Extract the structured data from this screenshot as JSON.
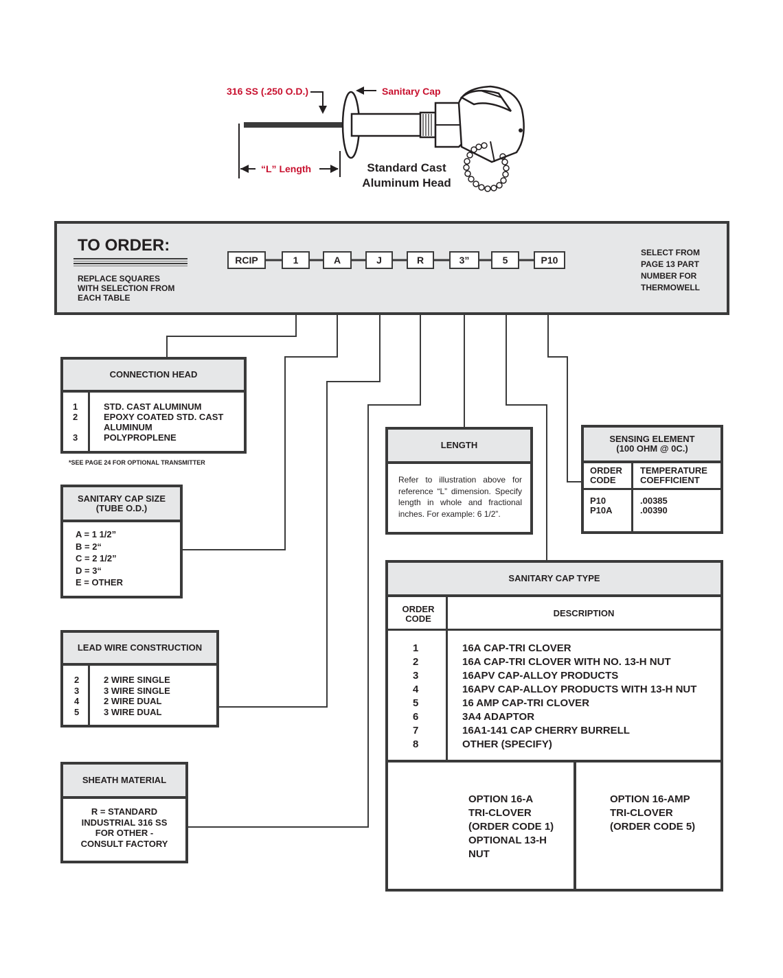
{
  "illustration": {
    "tube_label": "316 SS (.250 O.D.)",
    "cap_label": "Sanitary Cap",
    "length_label": "“L” Length",
    "head_label_1": "Standard Cast",
    "head_label_2": "Aluminum Head"
  },
  "order": {
    "title": "TO ORDER:",
    "instructions": [
      "REPLACE SQUARES",
      "WITH SELECTION FROM",
      "EACH TABLE"
    ],
    "codes": [
      "RCIP",
      "1",
      "A",
      "J",
      "R",
      "3”",
      "5",
      "P10"
    ],
    "select_note": [
      "SELECT FROM",
      "PAGE 13 PART",
      "NUMBER FOR",
      "THERMOWELL"
    ]
  },
  "connection_head": {
    "title": "CONNECTION HEAD",
    "rows": [
      {
        "code": "1",
        "text": "STD. CAST ALUMINUM"
      },
      {
        "code": "2",
        "text": "EPOXY COATED STD. CAST"
      },
      {
        "code": "",
        "text": "ALUMINUM"
      },
      {
        "code": "3",
        "text": "POLYPROPLENE"
      }
    ],
    "note": "*SEE PAGE 24 FOR OPTIONAL TRANSMITTER"
  },
  "cap_size": {
    "title_1": "SANITARY CAP SIZE",
    "title_2": "(TUBE O.D.)",
    "items": [
      "A = 1 1/2”",
      "B = 2“",
      "C = 2 1/2”",
      "D = 3“",
      "E = OTHER"
    ]
  },
  "lead_wire": {
    "title": "LEAD WIRE CONSTRUCTION",
    "rows": [
      {
        "code": "2",
        "text": "2 WIRE SINGLE"
      },
      {
        "code": "3",
        "text": "3 WIRE SINGLE"
      },
      {
        "code": "4",
        "text": "2 WIRE DUAL"
      },
      {
        "code": "5",
        "text": "3 WIRE DUAL"
      }
    ]
  },
  "sheath": {
    "title": "SHEATH MATERIAL",
    "lines": [
      "R = STANDARD",
      "INDUSTRIAL 316 SS",
      "FOR OTHER -",
      "CONSULT FACTORY"
    ]
  },
  "length": {
    "title": "LENGTH",
    "text": "Refer to illustration above for reference “L” dimension. Specify length in whole and fractional inches. For example: 6 1/2”."
  },
  "sensing": {
    "title_1": "SENSING ELEMENT",
    "title_2": "(100 OHM @ 0C.)",
    "col1_1": "ORDER",
    "col1_2": "CODE",
    "col2_1": "TEMPERATURE",
    "col2_2": "COEFFICIENT",
    "rows": [
      {
        "code": "P10",
        "value": ".00385"
      },
      {
        "code": "P10A",
        "value": ".00390"
      }
    ]
  },
  "cap_type": {
    "title": "SANITARY CAP TYPE",
    "col1_1": "ORDER",
    "col1_2": "CODE",
    "col2": "DESCRIPTION",
    "rows": [
      {
        "code": "1",
        "text": "16A CAP-TRI CLOVER"
      },
      {
        "code": "2",
        "text": "16A CAP-TRI CLOVER WITH NO. 13-H NUT"
      },
      {
        "code": "3",
        "text": "16APV CAP-ALLOY PRODUCTS"
      },
      {
        "code": "4",
        "text": "16APV CAP-ALLOY PRODUCTS WITH 13-H NUT"
      },
      {
        "code": "5",
        "text": "16 AMP CAP-TRI CLOVER"
      },
      {
        "code": "6",
        "text": "3A4 ADAPTOR"
      },
      {
        "code": "7",
        "text": "16A1-141 CAP CHERRY BURRELL"
      },
      {
        "code": "8",
        "text": "OTHER (SPECIFY)"
      }
    ],
    "option_a": [
      "OPTION 16-A",
      "TRI-CLOVER",
      "(ORDER CODE 1)",
      "OPTIONAL 13-H",
      "NUT"
    ],
    "option_b": [
      "OPTION 16-AMP",
      "TRI-CLOVER",
      "(ORDER CODE 5)"
    ]
  },
  "colors": {
    "accent_red": "#c8102e",
    "panel_gray": "#e6e7e8",
    "border": "#3a3a3a"
  }
}
